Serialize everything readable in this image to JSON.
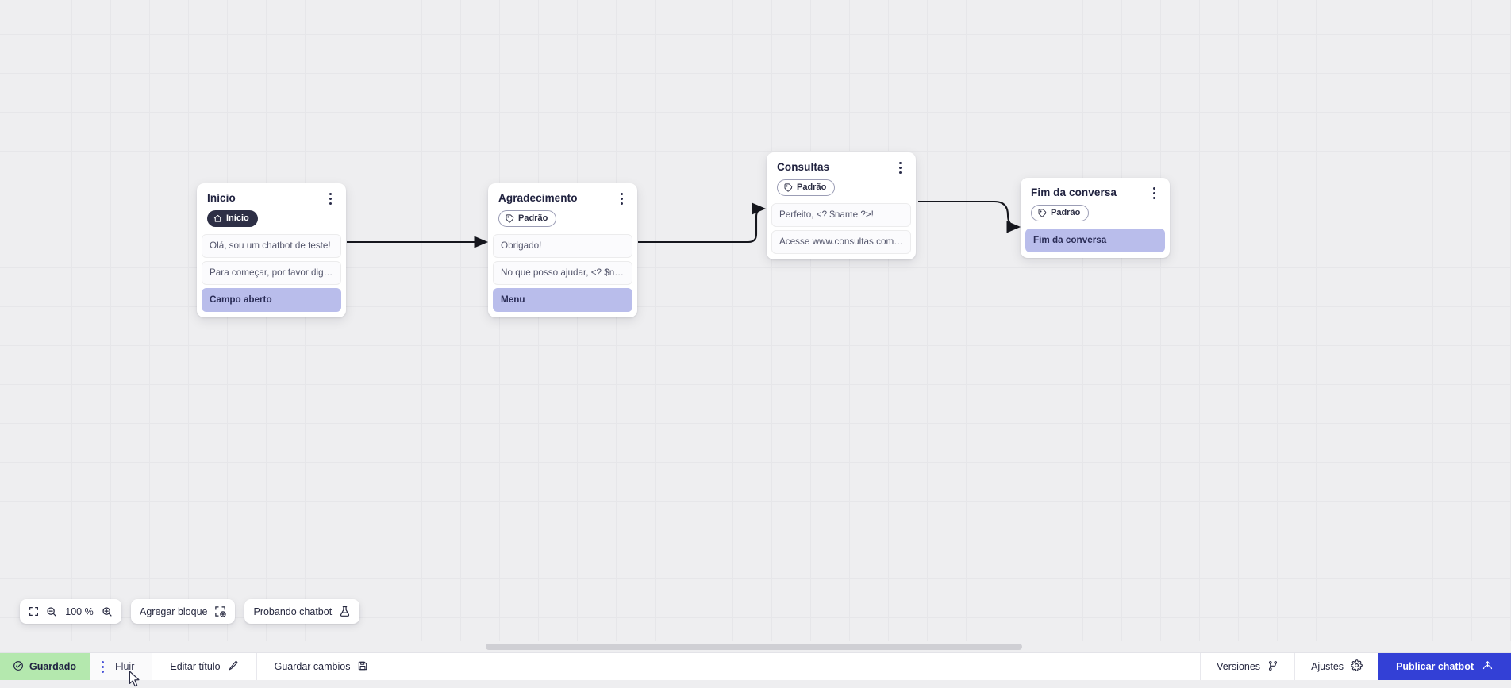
{
  "canvas": {
    "zoom_level": "100 %",
    "nodes": [
      {
        "id": "inicio",
        "title": "Início",
        "badge": {
          "type": "start",
          "label": "Início",
          "icon": "home-icon"
        },
        "rows": [
          {
            "text": "Olá, sou um chatbot de teste!",
            "style": "msg"
          },
          {
            "text": "Para começar, por favor digite o ...",
            "style": "msg"
          },
          {
            "text": "Campo aberto",
            "style": "accent"
          }
        ]
      },
      {
        "id": "agradecimento",
        "title": "Agradecimento",
        "badge": {
          "type": "default",
          "label": "Padrão",
          "icon": "tag-icon"
        },
        "rows": [
          {
            "text": "Obrigado!",
            "style": "msg"
          },
          {
            "text": "No que posso ajudar, <? $name ...",
            "style": "msg"
          },
          {
            "text": "Menu",
            "style": "accent"
          }
        ]
      },
      {
        "id": "consultas",
        "title": "Consultas",
        "badge": {
          "type": "default",
          "label": "Padrão",
          "icon": "tag-icon"
        },
        "rows": [
          {
            "text": "Perfeito, <? $name ?>!",
            "style": "msg"
          },
          {
            "text": "Acesse www.consultas.com par...",
            "style": "msg"
          }
        ]
      },
      {
        "id": "fim",
        "title": "Fim da conversa",
        "badge": {
          "type": "default",
          "label": "Padrão",
          "icon": "tag-icon"
        },
        "rows": [
          {
            "text": "Fim da conversa",
            "style": "accent"
          }
        ]
      }
    ]
  },
  "toolbar": {
    "fit_icon": "fit-screen-icon",
    "zoom_out_icon": "zoom-out-icon",
    "zoom_value": "100 %",
    "zoom_in_icon": "zoom-in-icon",
    "add_block_label": "Agregar bloque",
    "add_block_icon": "add-block-icon",
    "test_chatbot_label": "Probando chatbot",
    "test_chatbot_icon": "flask-icon"
  },
  "bottombar": {
    "saved_label": "Guardado",
    "saved_icon": "check-circle-icon",
    "flow_tab_label": "Fluir",
    "flow_tab_icon": "kebab-icon",
    "edit_title_label": "Editar título",
    "edit_title_icon": "pencil-icon",
    "save_changes_label": "Guardar cambios",
    "save_changes_icon": "floppy-icon",
    "versions_label": "Versiones",
    "versions_icon": "branch-icon",
    "settings_label": "Ajustes",
    "settings_icon": "gear-icon",
    "publish_label": "Publicar chatbot",
    "publish_icon": "upload-icon"
  },
  "colors": {
    "accent_row": "#b9bdeb",
    "publish_button": "#3340d6",
    "saved_green": "#b4e8ae",
    "badge_dark": "#2d2f45",
    "canvas_bg": "#eeeef0"
  }
}
